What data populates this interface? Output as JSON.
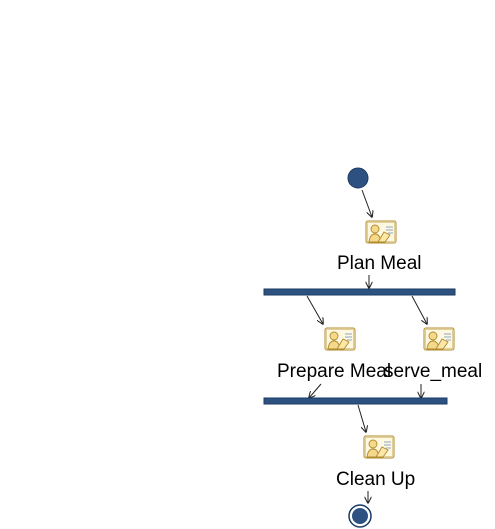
{
  "nodes": {
    "plan": {
      "label": "Plan Meal",
      "icon": "human-task-icon"
    },
    "prepare": {
      "label": "Prepare Meal",
      "icon": "human-task-icon"
    },
    "serve": {
      "label": "serve_meal",
      "icon": "human-task-icon"
    },
    "clean": {
      "label": "Clean Up",
      "icon": "human-task-icon"
    }
  },
  "colors": {
    "node_fill": "#2d5282",
    "bar_fill": "#2d5282",
    "edge": "#222222",
    "icon_fill": "#f5d98b",
    "icon_stroke": "#b08a2e"
  }
}
